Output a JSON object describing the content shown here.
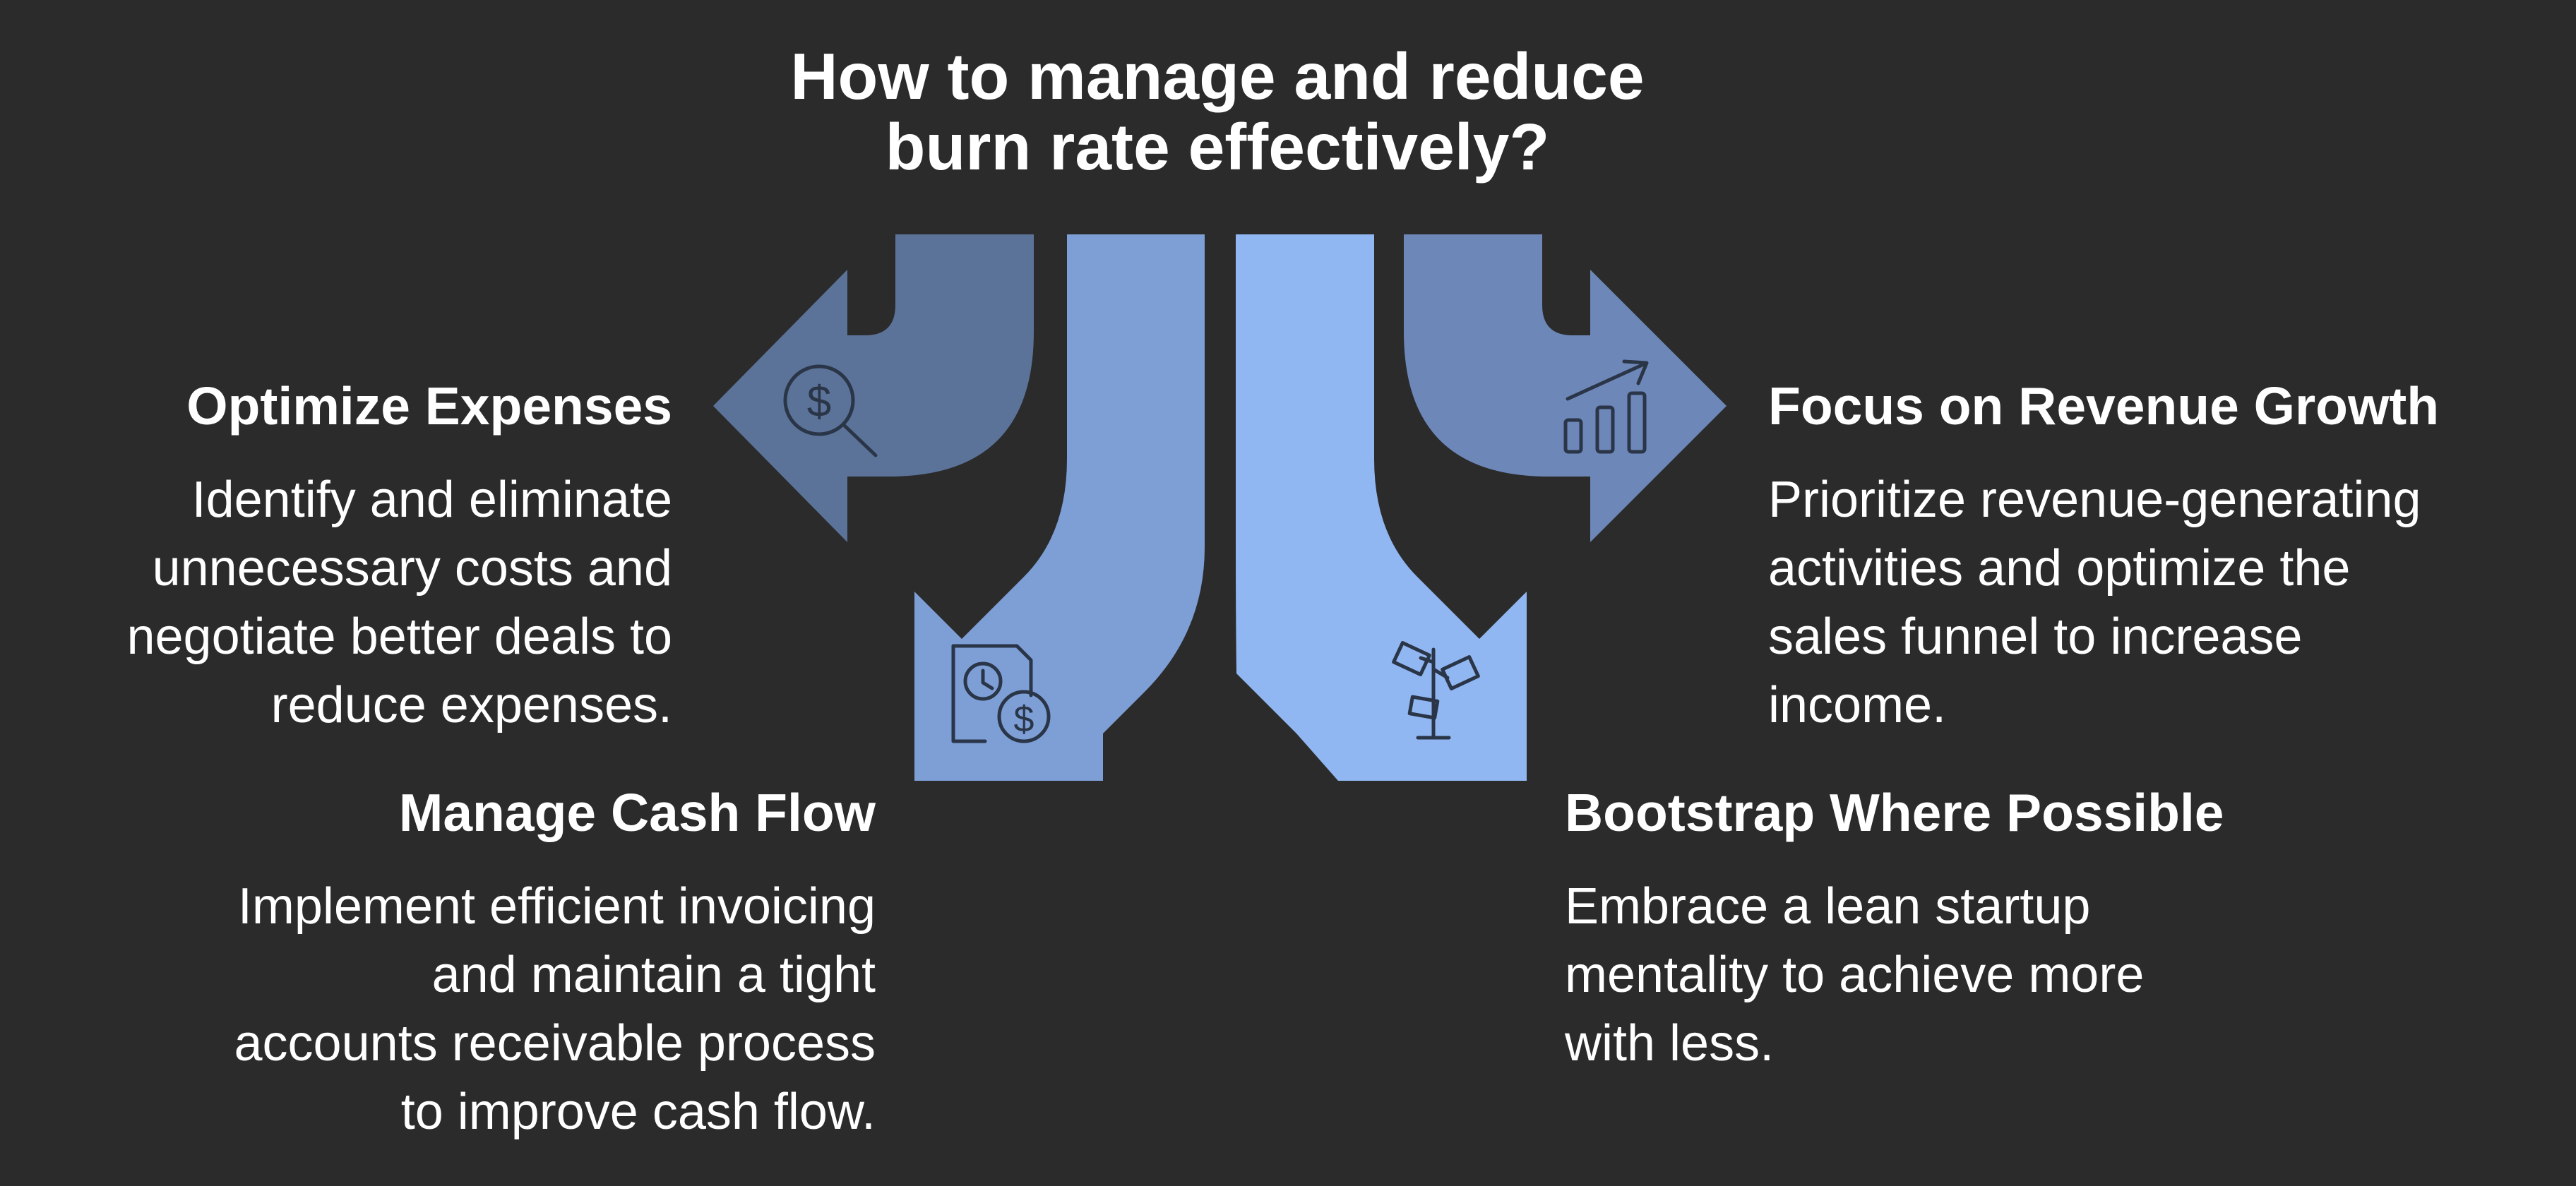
{
  "title": {
    "line1": "How to manage and reduce",
    "line2": "burn rate effectively?"
  },
  "colors": {
    "background": "#2b2b2b",
    "arrow_optimize": "#5c7399",
    "arrow_cash": "#7e9fd6",
    "arrow_bootstrap": "#91b7f2",
    "arrow_revenue": "#6d88b8",
    "icon_stroke": "#2a3548",
    "text": "#ffffff"
  },
  "items": [
    {
      "heading": "Optimize Expenses",
      "desc_lines": [
        "Identify and eliminate",
        "unnecessary costs and",
        "negotiate better deals to",
        "reduce expenses."
      ],
      "icon": "dollar-search-icon"
    },
    {
      "heading": "Manage Cash Flow",
      "desc_lines": [
        "Implement efficient invoicing",
        "and maintain a tight",
        "accounts receivable process",
        "to improve cash flow."
      ],
      "icon": "clock-dollar-document-icon"
    },
    {
      "heading": "Focus on Revenue Growth",
      "desc_lines": [
        "Prioritize revenue-generating",
        "activities and optimize the",
        "sales funnel to increase",
        "income."
      ],
      "icon": "bar-chart-growth-icon"
    },
    {
      "heading": "Bootstrap Where Possible",
      "desc_lines": [
        "Embrace a lean startup",
        "mentality to achieve more",
        "with less."
      ],
      "icon": "money-plant-icon"
    }
  ]
}
